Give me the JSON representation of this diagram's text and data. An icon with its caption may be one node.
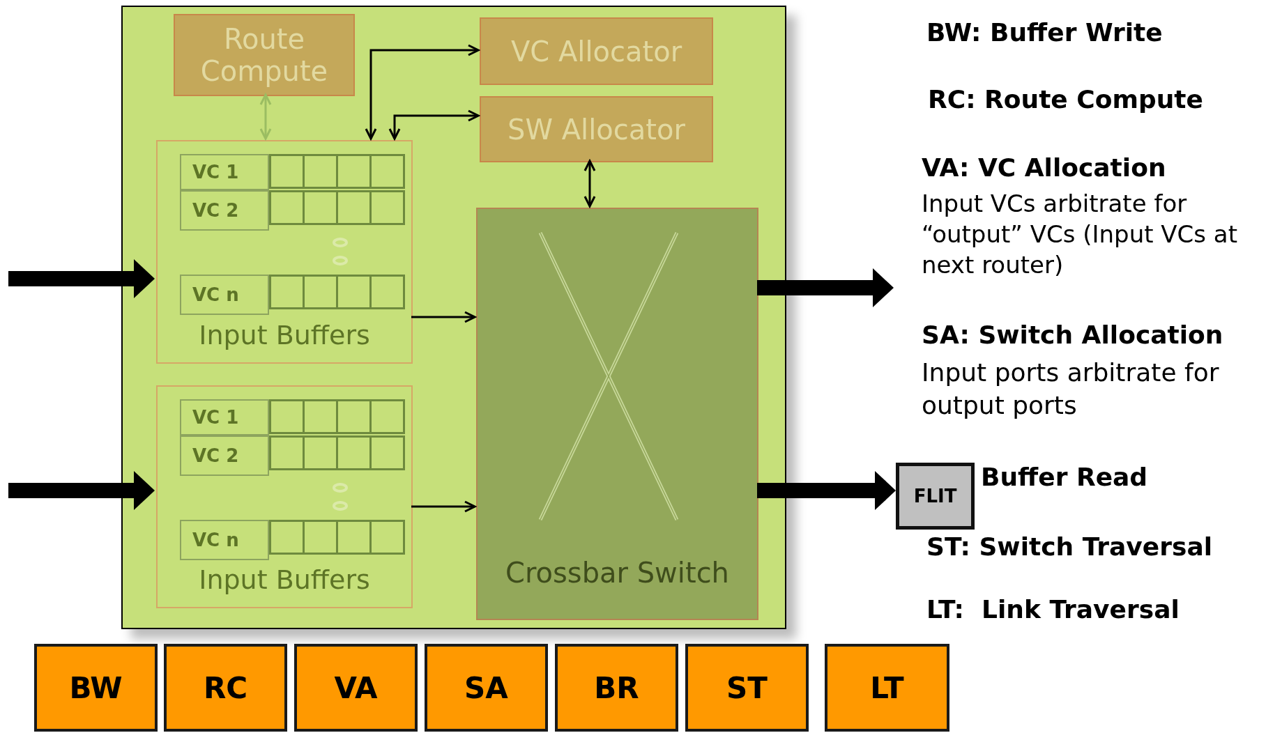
{
  "diagram": {
    "nodes": [
      {
        "text": [],
        "shape": "box"
      },
      {
        "text": [
          "Route Compute"
        ],
        "in": 0
      },
      {
        "text": [
          "VC Allocator"
        ],
        "in": 0
      },
      {
        "text": [
          "SW Allocator"
        ],
        "in": 0
      },
      {
        "text": [
          "Input Buffers"
        ],
        "in": 0
      },
      {
        "text": [
          "VC 1"
        ],
        "in": 4
      },
      {
        "text": [
          "VC 2"
        ],
        "in": 4
      },
      {
        "text": [
          "VC n"
        ],
        "in": 4
      },
      {
        "text": [
          "Input Buffers"
        ],
        "in": 0
      },
      {
        "text": [
          "VC 1"
        ],
        "in": 8
      },
      {
        "text": [
          "VC 2"
        ],
        "in": 8
      },
      {
        "text": [
          "VC n"
        ],
        "in": 8
      },
      {
        "text": [
          "Crossbar Switch"
        ],
        "in": 0
      },
      {
        "text": [
          "FLIT"
        ]
      },
      {
        "text": [
          "BW"
        ]
      },
      {
        "text": [
          "RC"
        ]
      },
      {
        "text": [
          "VA"
        ]
      },
      {
        "text": [
          "SA"
        ]
      },
      {
        "text": [
          "BR"
        ]
      },
      {
        "text": [
          "ST"
        ]
      },
      {
        "text": [
          "LT"
        ]
      }
    ],
    "edges": [
      {
        "from": null,
        "to": 4,
        "arrow": "to",
        "style": "thick"
      },
      {
        "from": null,
        "to": 8,
        "arrow": "to",
        "style": "thick"
      },
      {
        "from": 4,
        "to": 12,
        "arrow": "to"
      },
      {
        "from": 8,
        "to": 12,
        "arrow": "to"
      },
      {
        "from": 1,
        "to": 4,
        "arrow": "both",
        "color": "#9bbd62"
      },
      {
        "from": 4,
        "to": 2,
        "arrow": "both"
      },
      {
        "from": 4,
        "to": 3,
        "arrow": "both"
      },
      {
        "from": 3,
        "to": 12,
        "arrow": "both"
      },
      {
        "from": 12,
        "to": null,
        "arrow": "to",
        "style": "thick"
      },
      {
        "from": 12,
        "to": 13,
        "arrow": "to",
        "style": "thick"
      }
    ],
    "labels": [
      "BW: Buffer Write",
      "RC: Route Compute",
      "VA: VC Allocation",
      "Input VCs arbitrate for “output” VCs (Input VCs at next router)",
      "SA: Switch Allocation",
      "Input ports arbitrate for output ports",
      "Buffer Read",
      "ST: Switch Traversal",
      "LT:  Link Traversal"
    ]
  }
}
